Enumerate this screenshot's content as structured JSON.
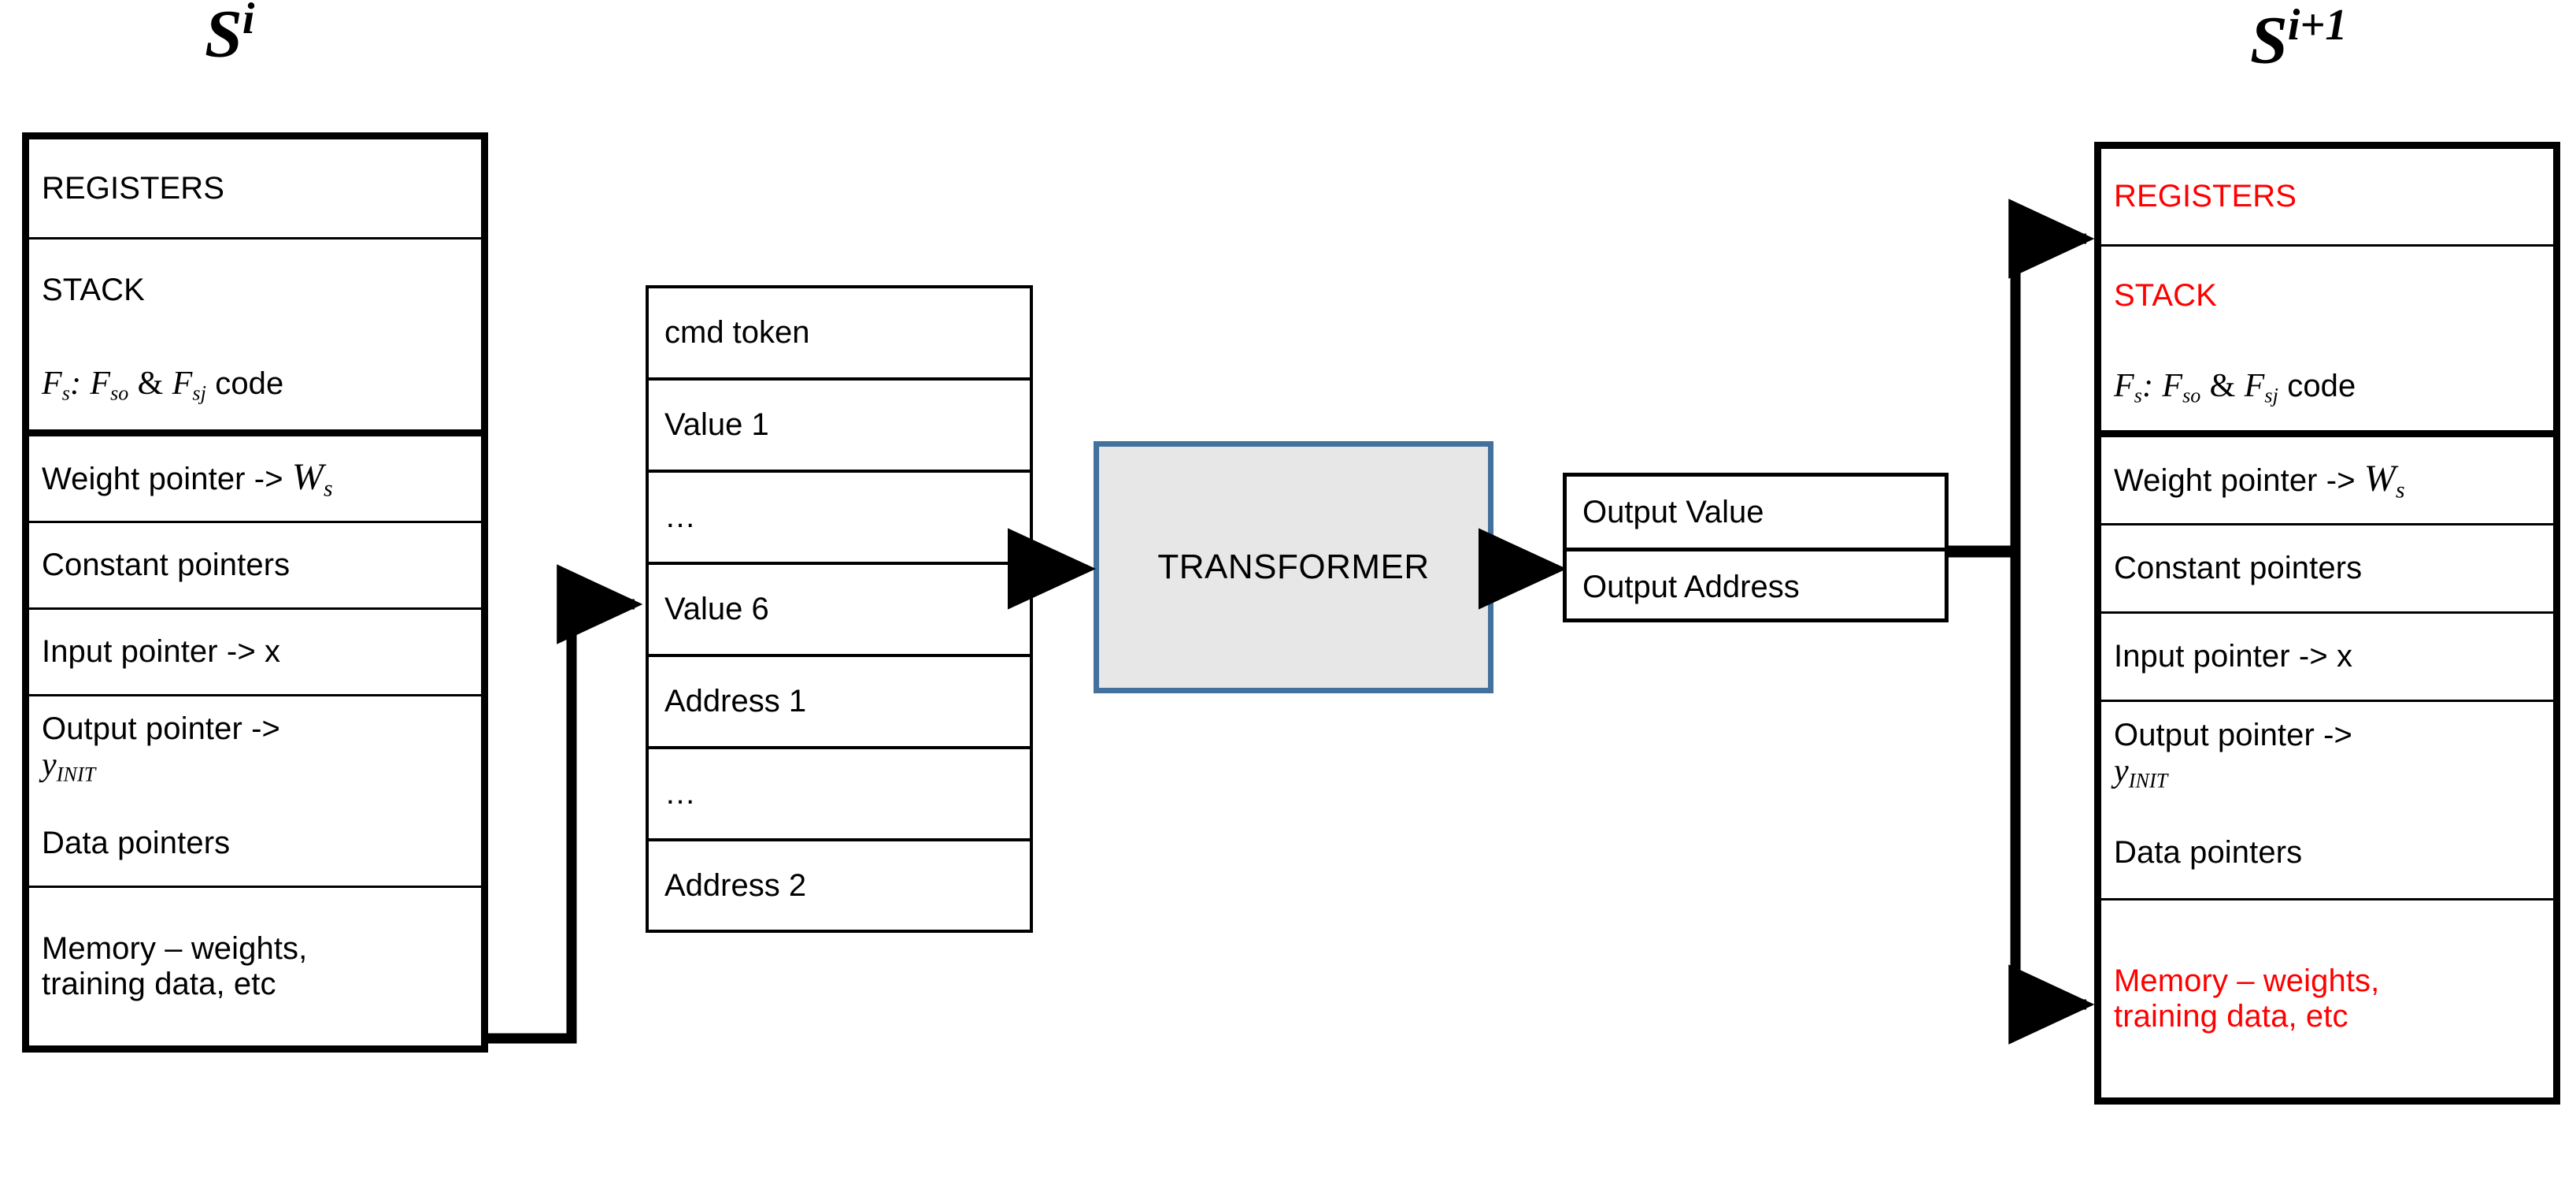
{
  "diagram": {
    "title_left": "S",
    "title_left_sup": "i",
    "title_right": "S",
    "title_right_sup": "i+1",
    "accent_blue": "#41719C",
    "transformer_fill": "#E7E7E7",
    "highlight_red": "#FF0000"
  },
  "state_left": {
    "groups": [
      {
        "rows": [
          {
            "label": "REGISTERS",
            "color": "black"
          },
          {
            "label": "STACK",
            "color": "black"
          }
        ]
      },
      {
        "rows": [
          {
            "label": "Fs: Fso & Fsj code",
            "color": "black",
            "math": true
          }
        ]
      },
      {
        "rows": [
          {
            "label": "Weight pointer -> Ws",
            "color": "black",
            "math": true
          },
          {
            "label": "Constant pointers",
            "color": "black"
          },
          {
            "label": "Input pointer -> x",
            "color": "black"
          },
          {
            "label": "Output pointer -> yINIT",
            "color": "black",
            "math": true
          }
        ]
      },
      {
        "rows": [
          {
            "label": "Data pointers",
            "color": "black"
          },
          {
            "label": "Memory – weights, training data, etc",
            "color": "black"
          }
        ]
      }
    ]
  },
  "state_right": {
    "groups": [
      {
        "rows": [
          {
            "label": "REGISTERS",
            "color": "red"
          },
          {
            "label": "STACK",
            "color": "red"
          }
        ]
      },
      {
        "rows": [
          {
            "label": "Fs: Fso & Fsj code",
            "color": "black",
            "math": true
          }
        ]
      },
      {
        "rows": [
          {
            "label": "Weight pointer -> Ws",
            "color": "black",
            "math": true
          },
          {
            "label": "Constant pointers",
            "color": "black"
          },
          {
            "label": "Input pointer -> x",
            "color": "black"
          },
          {
            "label": "Output pointer -> yINIT",
            "color": "black",
            "math": true
          }
        ]
      },
      {
        "rows": [
          {
            "label": "Data pointers",
            "color": "black"
          },
          {
            "label": "Memory – weights, training data, etc",
            "color": "red"
          }
        ]
      }
    ]
  },
  "token_sequence": {
    "rows": [
      "cmd token",
      "Value 1",
      "…",
      "Value 6",
      "Address 1",
      "…",
      "Address 2"
    ]
  },
  "transformer": {
    "label": "TRANSFORMER"
  },
  "output": {
    "rows": [
      "Output Value",
      "Output Address"
    ]
  },
  "math_fragments": {
    "f_code_prefix": "F",
    "f_code_sub1": "s",
    "f_code_colon": ":",
    "f_code_sub2": "so",
    "f_code_amp": "&",
    "f_code_sub3": "sj",
    "f_code_word": "code",
    "weight_prefix": "Weight pointer ->",
    "weight_sym": "W",
    "weight_sub": "s",
    "constant": "Constant pointers",
    "input": "Input pointer -> x",
    "output_prefix": "Output pointer ->",
    "output_sym": "y",
    "output_sub": "INIT",
    "data_pointers": "Data pointers",
    "memory_line1": "Memory – weights,",
    "memory_line2": "training data, etc",
    "registers": "REGISTERS",
    "stack": "STACK"
  }
}
